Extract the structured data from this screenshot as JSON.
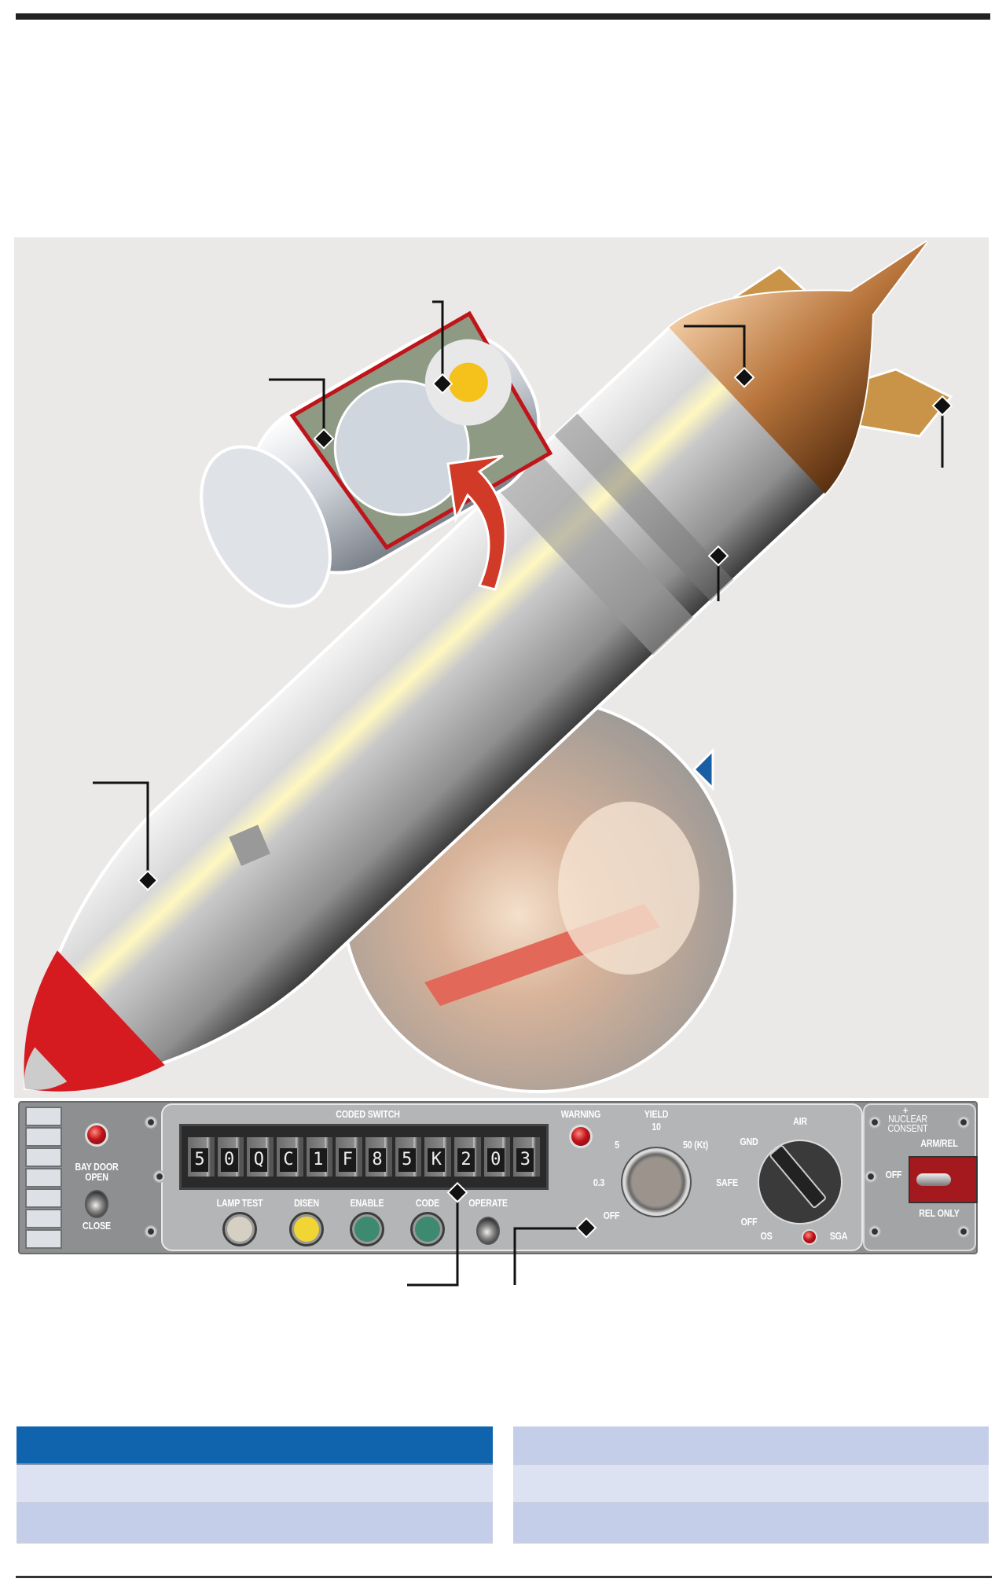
{
  "panel": {
    "bay_door": {
      "open_label": "BAY DOOR\nOPEN",
      "close_label": "CLOSE"
    },
    "coded_switch": {
      "title": "CODED SWITCH",
      "characters": [
        "5",
        "0",
        "Q",
        "C",
        "1",
        "F",
        "8",
        "5",
        "K",
        "2",
        "0",
        "3"
      ]
    },
    "lamps": {
      "lamp_test": "LAMP TEST",
      "disen": "DISEN",
      "enable": "ENABLE",
      "code": "CODE",
      "operate": "OPERATE"
    },
    "warning": "WARNING",
    "yield": {
      "title": "YIELD",
      "off": "OFF",
      "v03": "0.3",
      "v5": "5",
      "v10": "10",
      "v50": "50 (Kt)"
    },
    "mode": {
      "air": "AIR",
      "gnd": "GND",
      "safe": "SAFE",
      "off": "OFF",
      "os": "OS",
      "sga": "SGA"
    },
    "consent": {
      "plus": "+",
      "title": "NUCLEAR\nCONSENT",
      "arm_rel": "ARM/REL",
      "off": "OFF",
      "rel_only": "REL ONLY"
    }
  },
  "colors": {
    "table_header": "#1064ad",
    "table_row_light": "#dce2f1",
    "table_row_dark": "#c4cee8",
    "accent_red": "#c0141b"
  }
}
